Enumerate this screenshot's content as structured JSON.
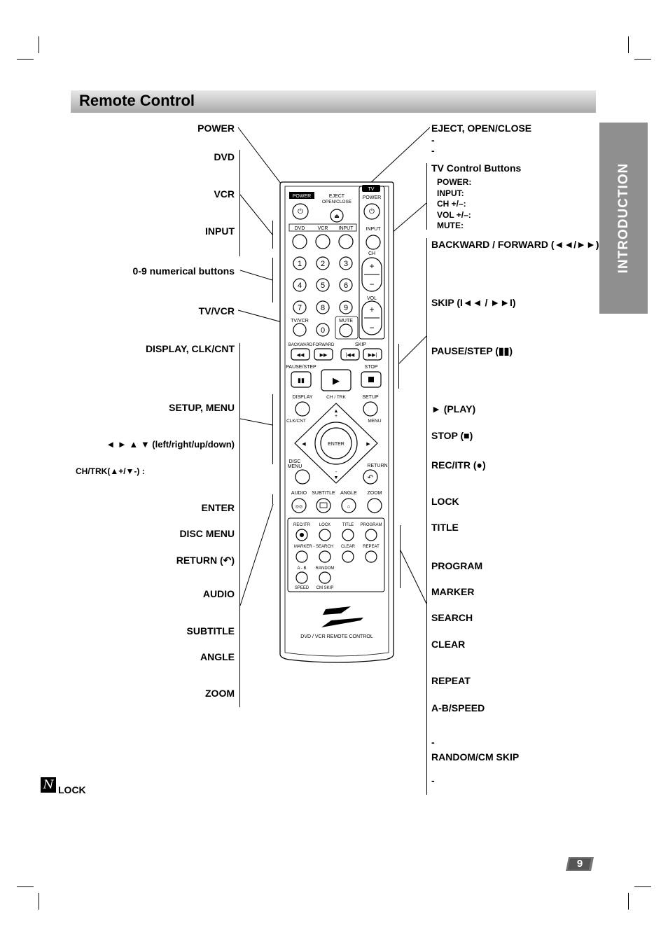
{
  "header": {
    "title": "Remote Control"
  },
  "side_tab": "INTRODUCTION",
  "page_number": "9",
  "left_labels": {
    "power": "POWER",
    "dvd": "DVD",
    "vcr": "VCR",
    "input": "INPUT",
    "numerical": "0-9 numerical buttons",
    "tv_vcr": "TV/VCR",
    "display": "DISPLAY, CLK/CNT",
    "setup_menu": "SETUP, MENU",
    "arrows": "◄ ► ▲ ▼ (left/right/up/down)",
    "ch_trk": "CH/TRK(▲+/▼-) :",
    "enter": "ENTER",
    "disc_menu": "DISC MENU",
    "return": "RETURN (↶)",
    "audio": "AUDIO",
    "subtitle": "SUBTITLE",
    "angle": "ANGLE",
    "zoom": "ZOOM"
  },
  "right_labels": {
    "eject": "EJECT, OPEN/CLOSE",
    "eject_d1": "-",
    "eject_d2": "-",
    "tv_control": "TV Control Buttons",
    "tv_power": "POWER:",
    "tv_input": "INPUT:",
    "tv_ch": "CH +/–:",
    "tv_vol": "VOL +/–:",
    "tv_mute": "MUTE:",
    "backward_forward": "BACKWARD / FORWARD (◄◄/►►)",
    "skip": "SKIP (I◄◄ / ►►I)",
    "pause_step": "PAUSE/STEP (▮▮)",
    "play": "► (PLAY)",
    "stop": "STOP (■)",
    "rec_itr": "REC/ITR (●)",
    "lock": "LOCK",
    "title": "TITLE",
    "program": "PROGRAM",
    "marker": "MARKER",
    "search": "SEARCH",
    "clear": "CLEAR",
    "repeat": "REPEAT",
    "ab_speed": "A-B/SPEED",
    "ab_d1": "-",
    "random_cm": "RANDOM/CM SKIP",
    "random_d1": "-"
  },
  "footnote": {
    "icon": "N",
    "label": "LOCK"
  },
  "remote": {
    "power": "POWER",
    "eject": "EJECT",
    "open_close": "OPEN/CLOSE",
    "tv": "TV",
    "tv_power": "POWER",
    "dvd": "DVD",
    "vcr": "VCR",
    "input": "INPUT",
    "tv_input": "INPUT",
    "ch": "CH",
    "vol": "VOL",
    "n1": "1",
    "n2": "2",
    "n3": "3",
    "n4": "4",
    "n5": "5",
    "n6": "6",
    "n7": "7",
    "n8": "8",
    "n9": "9",
    "n0": "0",
    "tvvcr": "TV/VCR",
    "mute": "MUTE",
    "backward": "BACKWARD",
    "forward": "FORWARD",
    "skip": "SKIP",
    "pause_step": "PAUSE/STEP",
    "stop": "STOP",
    "display": "DISPLAY",
    "chtrk": "CH / TRK",
    "setup": "SETUP",
    "clkcnt": "CLK/CNT",
    "menu": "MENU",
    "enter": "ENTER",
    "plus": "+",
    "minus": "-",
    "disc": "DISC",
    "menu2": "MENU",
    "return": "RETURN",
    "audio": "AUDIO",
    "subtitle": "SUBTITLE",
    "angle": "ANGLE",
    "zoom": "ZOOM",
    "rec_itr": "REC/ITR",
    "lock": "LOCK",
    "title": "TITLE",
    "program": "PROGRAM",
    "marker_search": "MARKER - SEARCH",
    "clear": "CLEAR",
    "repeat": "REPEAT",
    "ab": "A - B",
    "random": "RANDOM",
    "speed": "SPEED",
    "cm_skip": "CM SKIP",
    "brand_caption": "DVD / VCR REMOTE CONTROL"
  }
}
